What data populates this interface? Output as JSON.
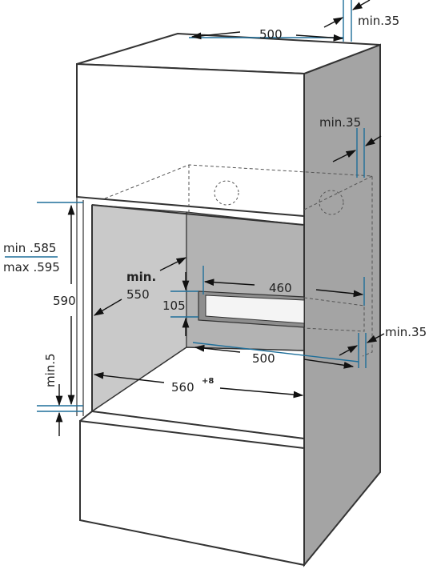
{
  "dimensions": {
    "top_width": "500",
    "top_min_gap": "min.35",
    "side_min_gap": "min.35",
    "height_range_min": "min .585",
    "height_range_max": "max .595",
    "opening_height": "590",
    "bottom_min_gap": "min.5",
    "depth_min_line1": "min.",
    "depth_min_line2": "550",
    "vent_width": "460",
    "vent_height": "105",
    "bottom_depth": "500",
    "front_width": "560",
    "front_width_tolerance": "+8",
    "right_min_gap": "min.35"
  },
  "colors": {
    "panel_light": "#c9c9c9",
    "panel_mid": "#b3b3b3",
    "panel_dark": "#a4a4a4",
    "dimension_line": "#1f6f9a",
    "outline": "#333333"
  }
}
